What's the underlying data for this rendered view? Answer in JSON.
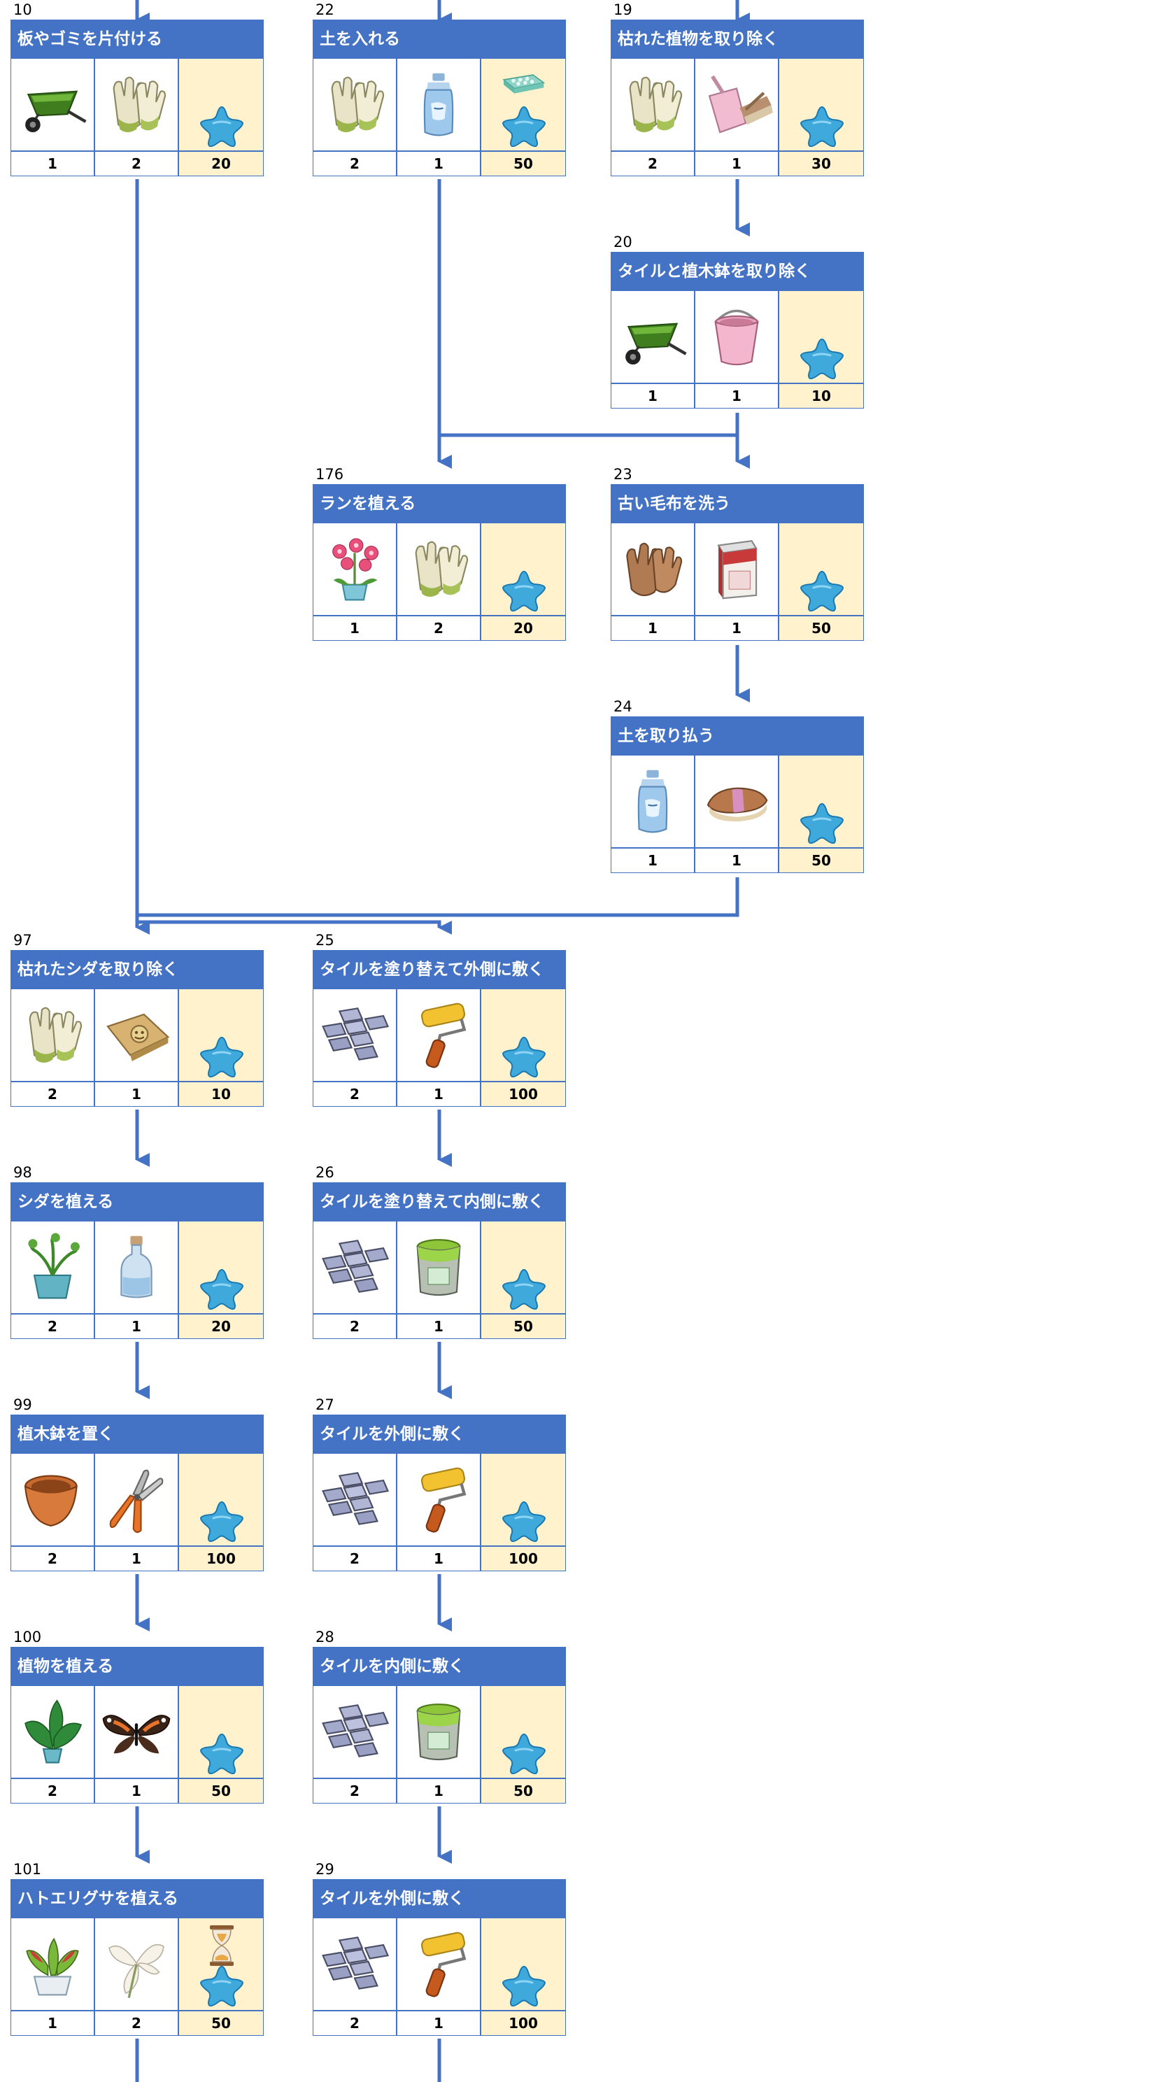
{
  "accent": "#4472c4",
  "reward_bg": "#fff2cc",
  "cards": [
    {
      "id": "c10",
      "number": "10",
      "title": "板やゴミを片付ける",
      "items": [
        {
          "icon": "wheelbarrow-icon",
          "qty": "1"
        },
        {
          "icon": "garden-gloves-icon",
          "qty": "2"
        }
      ],
      "reward": "20",
      "reward_icon": "blue-star-icon"
    },
    {
      "id": "c22",
      "number": "22",
      "title": "土を入れる",
      "items": [
        {
          "icon": "garden-gloves-icon",
          "qty": "2"
        },
        {
          "icon": "spray-bottle-icon",
          "qty": "1"
        }
      ],
      "reward": "50",
      "reward_icon": "blue-star-icon",
      "reward_extra": "seed-tray-icon"
    },
    {
      "id": "c19",
      "number": "19",
      "title": "枯れた植物を取り除く",
      "items": [
        {
          "icon": "garden-gloves-icon",
          "qty": "2"
        },
        {
          "icon": "dustpan-brush-icon",
          "qty": "1"
        }
      ],
      "reward": "30",
      "reward_icon": "blue-star-icon"
    },
    {
      "id": "c20",
      "number": "20",
      "title": "タイルと植木鉢を取り除く",
      "items": [
        {
          "icon": "wheelbarrow-icon",
          "qty": "1"
        },
        {
          "icon": "pink-bucket-icon",
          "qty": "1"
        }
      ],
      "reward": "10",
      "reward_icon": "blue-star-icon"
    },
    {
      "id": "c176",
      "number": "176",
      "title": "ランを植える",
      "items": [
        {
          "icon": "orchid-pot-icon",
          "qty": "1"
        },
        {
          "icon": "garden-gloves-icon",
          "qty": "2"
        }
      ],
      "reward": "20",
      "reward_icon": "blue-star-icon"
    },
    {
      "id": "c23",
      "number": "23",
      "title": "古い毛布を洗う",
      "items": [
        {
          "icon": "leather-gloves-icon",
          "qty": "1"
        },
        {
          "icon": "detergent-box-icon",
          "qty": "1"
        }
      ],
      "reward": "50",
      "reward_icon": "blue-star-icon"
    },
    {
      "id": "c24",
      "number": "24",
      "title": "土を取り払う",
      "items": [
        {
          "icon": "spray-bottle-icon",
          "qty": "1"
        },
        {
          "icon": "scrub-brush-icon",
          "qty": "1"
        }
      ],
      "reward": "50",
      "reward_icon": "blue-star-icon"
    },
    {
      "id": "c97",
      "number": "97",
      "title": "枯れたシダを取り除く",
      "items": [
        {
          "icon": "garden-gloves-icon",
          "qty": "2"
        },
        {
          "icon": "fertilizer-bag-icon",
          "qty": "1"
        }
      ],
      "reward": "10",
      "reward_icon": "blue-star-icon"
    },
    {
      "id": "c25",
      "number": "25",
      "title": "タイルを塗り替えて外側に敷く",
      "items": [
        {
          "icon": "paving-tiles-icon",
          "qty": "2"
        },
        {
          "icon": "paint-roller-icon",
          "qty": "1"
        }
      ],
      "reward": "100",
      "reward_icon": "blue-star-icon"
    },
    {
      "id": "c98",
      "number": "98",
      "title": "シダを植える",
      "items": [
        {
          "icon": "fern-pot-icon",
          "qty": "2"
        },
        {
          "icon": "glass-bottle-icon",
          "qty": "1"
        }
      ],
      "reward": "20",
      "reward_icon": "blue-star-icon"
    },
    {
      "id": "c26",
      "number": "26",
      "title": "タイルを塗り替えて内側に敷く",
      "items": [
        {
          "icon": "paving-tiles-icon",
          "qty": "2"
        },
        {
          "icon": "paint-bucket-icon",
          "qty": "1"
        }
      ],
      "reward": "50",
      "reward_icon": "blue-star-icon"
    },
    {
      "id": "c99",
      "number": "99",
      "title": "植木鉢を置く",
      "items": [
        {
          "icon": "clay-pot-icon",
          "qty": "2"
        },
        {
          "icon": "pruning-shears-icon",
          "qty": "1"
        }
      ],
      "reward": "100",
      "reward_icon": "blue-star-icon"
    },
    {
      "id": "c27",
      "number": "27",
      "title": "タイルを外側に敷く",
      "items": [
        {
          "icon": "paving-tiles-icon",
          "qty": "2"
        },
        {
          "icon": "paint-roller-icon",
          "qty": "1"
        }
      ],
      "reward": "100",
      "reward_icon": "blue-star-icon"
    },
    {
      "id": "c100",
      "number": "100",
      "title": "植物を植える",
      "items": [
        {
          "icon": "monstera-pot-icon",
          "qty": "2"
        },
        {
          "icon": "butterfly-icon",
          "qty": "1"
        }
      ],
      "reward": "50",
      "reward_icon": "blue-star-icon"
    },
    {
      "id": "c28",
      "number": "28",
      "title": "タイルを内側に敷く",
      "items": [
        {
          "icon": "paving-tiles-icon",
          "qty": "2"
        },
        {
          "icon": "paint-bucket-icon",
          "qty": "1"
        }
      ],
      "reward": "50",
      "reward_icon": "blue-star-icon"
    },
    {
      "id": "c101",
      "number": "101",
      "title": "ハトエリグサを植える",
      "items": [
        {
          "icon": "flytrap-pot-icon",
          "qty": "1"
        },
        {
          "icon": "white-flower-icon",
          "qty": "2"
        }
      ],
      "reward": "50",
      "reward_icon": "blue-star-icon",
      "reward_extra": "hourglass-icon"
    },
    {
      "id": "c29",
      "number": "29",
      "title": "タイルを外側に敷く",
      "items": [
        {
          "icon": "paving-tiles-icon",
          "qty": "2"
        },
        {
          "icon": "paint-roller-icon",
          "qty": "1"
        }
      ],
      "reward": "100",
      "reward_icon": "blue-star-icon"
    }
  ]
}
